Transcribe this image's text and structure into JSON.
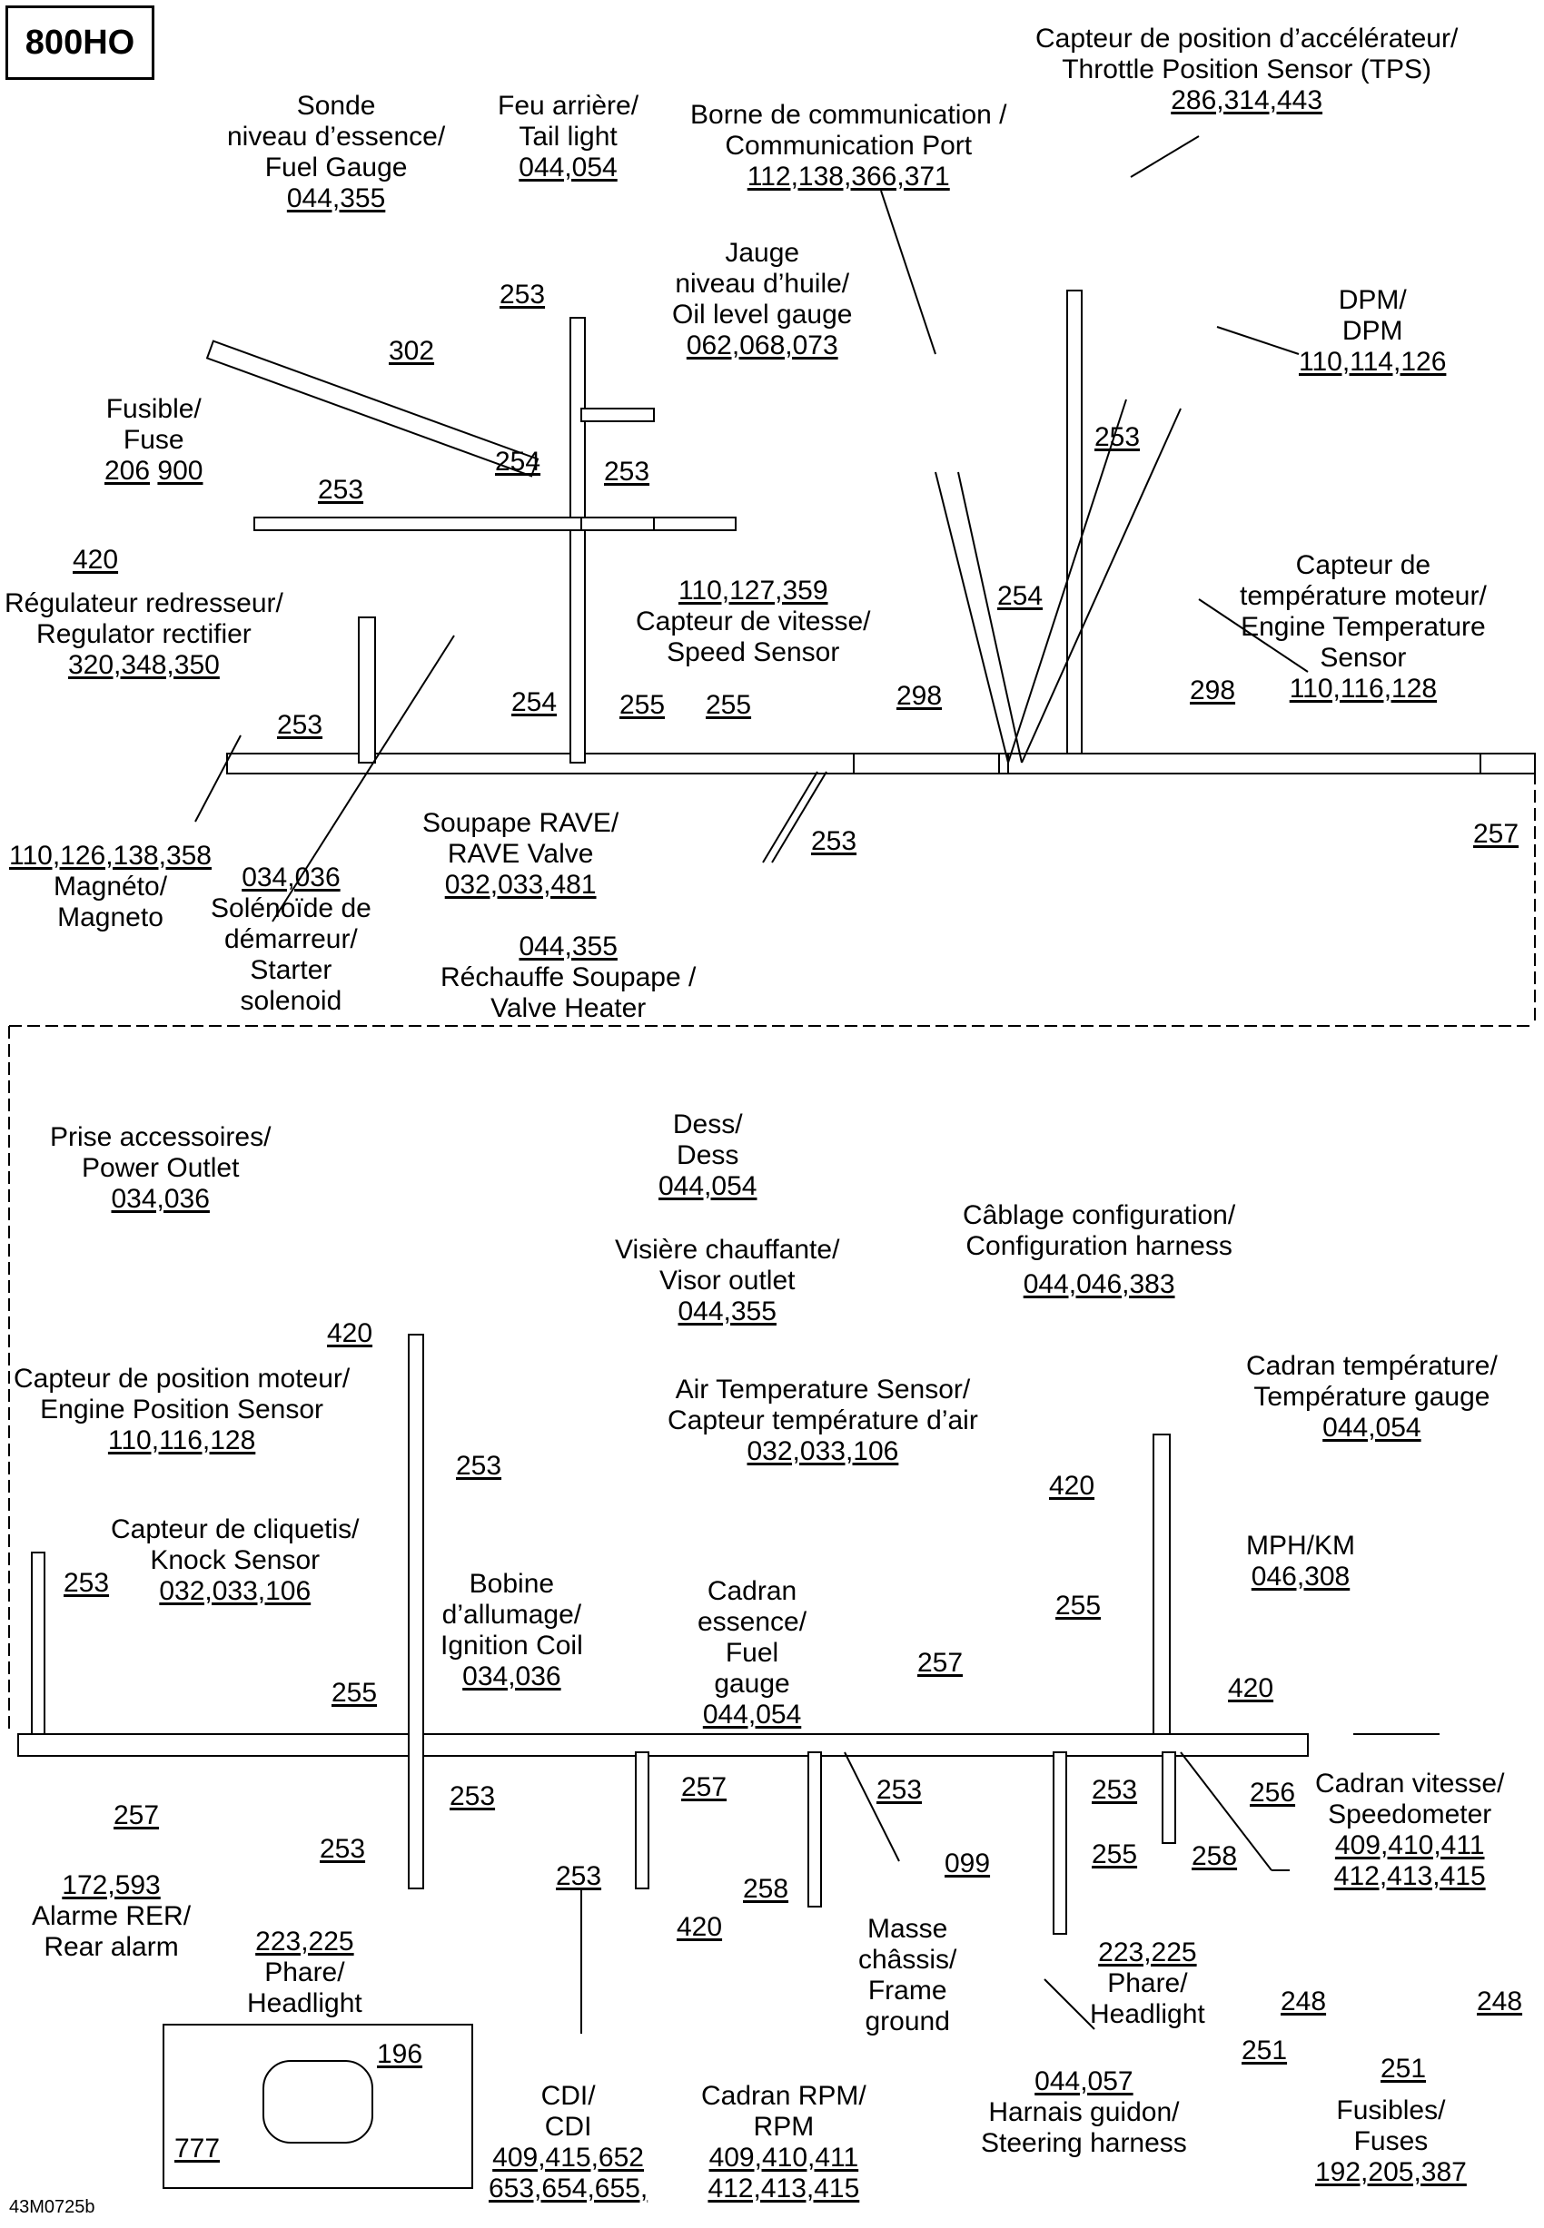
{
  "model": "800HO",
  "figure_code": "43M0725b",
  "components": [
    {
      "id": "tps",
      "line1": "Capteur de position d’accélérateur/",
      "line2": "Throttle Position Sensor (TPS)",
      "parts": "286,314,443"
    },
    {
      "id": "comm",
      "line1": "Borne de communication /",
      "line2": "Communication Port",
      "parts": "112,138,366,371"
    },
    {
      "id": "tail",
      "line1": "Feu arrière/",
      "line2": "Tail light",
      "parts": "044,054"
    },
    {
      "id": "fuelsonde",
      "line1": "Sonde",
      "line2": "niveau d’essence/",
      "line3": "Fuel Gauge",
      "parts": "044,355"
    },
    {
      "id": "oil",
      "line1": "Jauge",
      "line2": "niveau d’huile/",
      "line3": "Oil level gauge",
      "parts": "062,068,073"
    },
    {
      "id": "dpm",
      "line1": "DPM/",
      "line2": "DPM",
      "parts": "110,114,126"
    },
    {
      "id": "fuse",
      "line1": "Fusible/",
      "line2": "Fuse",
      "parts_a": "206",
      "parts_b": "900"
    },
    {
      "id": "enginetemp",
      "line1": "Capteur de",
      "line2": "température moteur/",
      "line3": "Engine Temperature",
      "line4": "Sensor",
      "parts": "110,116,128"
    },
    {
      "id": "regulator",
      "line1": "Régulateur redresseur/",
      "line2": "Regulator rectifier",
      "parts": "320,348,350"
    },
    {
      "id": "speed",
      "line1": "Capteur de vitesse/",
      "line2": "Speed Sensor",
      "parts": "110,127,359"
    },
    {
      "id": "magneto",
      "line1": "Magnéto/",
      "line2": "Magneto",
      "parts": "110,126,138,358"
    },
    {
      "id": "starter",
      "line1": "Solénoïde de",
      "line2": "démarreur/",
      "line3": "Starter",
      "line4": "solenoid",
      "parts": "034,036"
    },
    {
      "id": "rave",
      "line1": "Soupape RAVE/",
      "line2": "RAVE Valve",
      "parts": "032,033,481"
    },
    {
      "id": "valveheater",
      "line1": "Réchauffe Soupape /",
      "line2": "Valve Heater",
      "parts": "044,355"
    },
    {
      "id": "power",
      "line1": "Prise accessoires/",
      "line2": "Power Outlet",
      "parts": "034,036"
    },
    {
      "id": "dess",
      "line1": "Dess/",
      "line2": "Dess",
      "parts": "044,054"
    },
    {
      "id": "visor",
      "line1": "Visière chauffante/",
      "line2": "Visor outlet",
      "parts": "044,355"
    },
    {
      "id": "config",
      "line1": "Câblage configuration/",
      "line2": "Configuration harness",
      "parts": "044,046,383"
    },
    {
      "id": "enginepos",
      "line1": "Capteur de position moteur/",
      "line2": "Engine Position Sensor",
      "parts": "110,116,128"
    },
    {
      "id": "airtemp",
      "line1": "Air Temperature Sensor/",
      "line2": "Capteur température d’air",
      "parts": "032,033,106"
    },
    {
      "id": "tempgauge",
      "line1": "Cadran température/",
      "line2": "Température gauge",
      "parts": "044,054"
    },
    {
      "id": "knock",
      "line1": "Capteur de cliquetis/",
      "line2": "Knock Sensor",
      "parts": "032,033,106"
    },
    {
      "id": "mph",
      "line1": "MPH/KM",
      "parts": "046,308"
    },
    {
      "id": "ignition",
      "line1": "Bobine",
      "line2": "d’allumage/",
      "line3": "Ignition Coil",
      "parts": "034,036"
    },
    {
      "id": "fuelgauge",
      "line1": "Cadran",
      "line2": "essence/",
      "line3": "Fuel",
      "line4": "gauge",
      "parts": "044,054"
    },
    {
      "id": "speedo",
      "line1": "Cadran vitesse/",
      "line2": "Speedometer",
      "parts": "409,410,411",
      "parts2": "412,413,415"
    },
    {
      "id": "rearalarm",
      "line1": "Alarme RER/",
      "line2": "Rear alarm",
      "parts": "172,593"
    },
    {
      "id": "headlight1",
      "line1": "Phare/",
      "line2": "Headlight",
      "parts": "223,225"
    },
    {
      "id": "frame",
      "line1": "Masse",
      "line2": "châssis/",
      "line3": "Frame",
      "line4": "ground",
      "parts": "099"
    },
    {
      "id": "headlight2",
      "line1": "Phare/",
      "line2": "Headlight",
      "parts": "223,225"
    },
    {
      "id": "cdi",
      "line1": "CDI/",
      "line2": "CDI",
      "parts": "409,415,652",
      "parts2": "653,654,655,"
    },
    {
      "id": "rpm",
      "line1": "Cadran RPM/",
      "line2": "RPM",
      "parts": "409,410,411",
      "parts2": "412,413,415"
    },
    {
      "id": "steering",
      "line1": "Harnais guidon/",
      "line2": "Steering harness",
      "parts": "044,057"
    },
    {
      "id": "fuses",
      "line1": "Fusibles/",
      "line2": "Fuses",
      "parts": "192,205,387"
    }
  ],
  "callouts": {
    "c302": "302",
    "c253a": "253",
    "c254a": "254",
    "c253b": "253",
    "c253c": "253",
    "c420a": "420",
    "c253d": "253",
    "c254b": "254",
    "c255a": "255",
    "c255b": "255",
    "c298a": "298",
    "c298b": "298",
    "c254c": "254",
    "c253e": "253",
    "c253f": "253",
    "c257a": "257",
    "c420b": "420",
    "c253g": "253",
    "c420c": "420",
    "c253h": "253",
    "c255c": "255",
    "c255d": "255",
    "c257b": "257",
    "c420d": "420",
    "c256": "256",
    "c257c": "257",
    "c253i": "253",
    "c253j": "253",
    "c257d": "257",
    "c253k": "253",
    "c253l": "253",
    "c420e": "420",
    "c258a": "258",
    "c253m": "253",
    "c255e": "255",
    "c258b": "258",
    "c248a": "248",
    "c248b": "248",
    "c251a": "251",
    "c251b": "251",
    "c196": "196",
    "c777": "777"
  }
}
